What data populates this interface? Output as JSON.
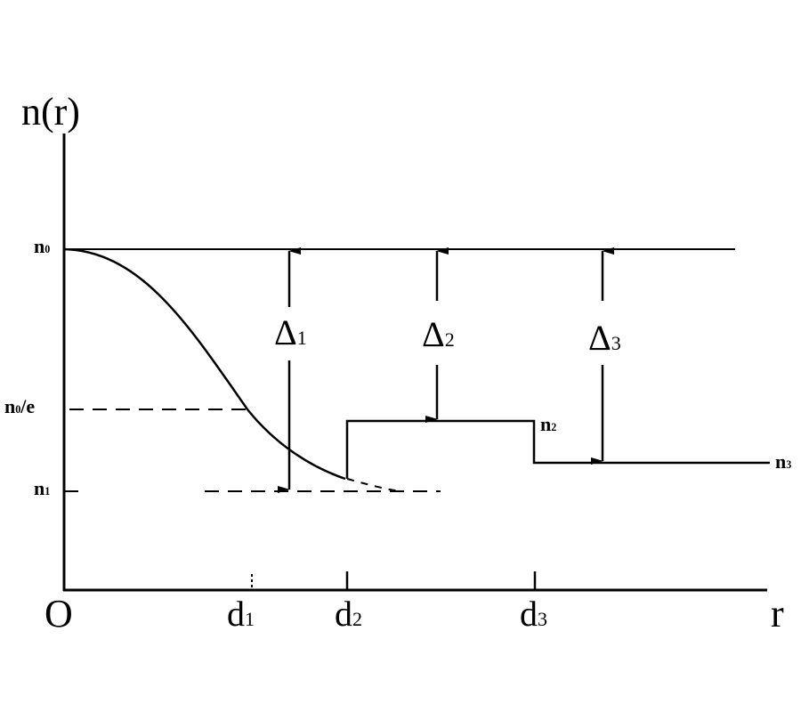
{
  "diagram": {
    "y_axis_label": "n(r)",
    "x_axis_label": "r",
    "origin_label": "O",
    "y_levels": {
      "n0": {
        "base": "n",
        "sub": "0"
      },
      "n0e": {
        "base": "n",
        "sub": "0",
        "suffix": "/e"
      },
      "n1": {
        "base": "n",
        "sub": "1"
      }
    },
    "x_ticks": [
      {
        "base": "d",
        "sub": "1"
      },
      {
        "base": "d",
        "sub": "2"
      },
      {
        "base": "d",
        "sub": "3"
      }
    ],
    "step_labels": {
      "n2": {
        "base": "n",
        "sub": "2"
      },
      "n3": {
        "base": "n",
        "sub": "3"
      }
    },
    "deltas": [
      {
        "base": "Δ",
        "sub": "1"
      },
      {
        "base": "Δ",
        "sub": "2"
      },
      {
        "base": "Δ",
        "sub": "3"
      }
    ],
    "line_color": "#000000"
  }
}
